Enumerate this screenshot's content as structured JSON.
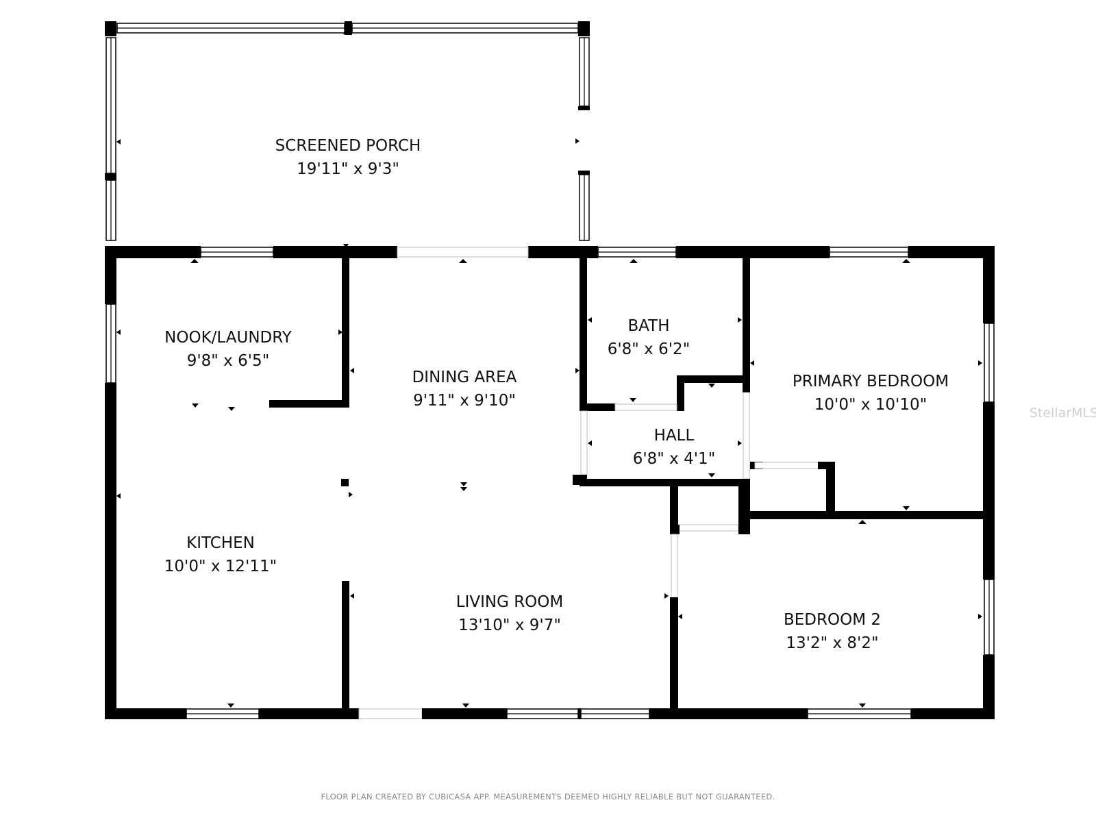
{
  "rooms": {
    "screened_porch": {
      "name": "SCREENED PORCH",
      "dims": "19'11\" x 9'3\""
    },
    "nook_laundry": {
      "name": "NOOK/LAUNDRY",
      "dims": "9'8\" x 6'5\""
    },
    "dining_area": {
      "name": "DINING AREA",
      "dims": "9'11\" x 9'10\""
    },
    "bath": {
      "name": "BATH",
      "dims": "6'8\" x 6'2\""
    },
    "primary_bedroom": {
      "name": "PRIMARY BEDROOM",
      "dims": "10'0\" x 10'10\""
    },
    "hall": {
      "name": "HALL",
      "dims": "6'8\" x 4'1\""
    },
    "kitchen": {
      "name": "KITCHEN",
      "dims": "10'0\" x 12'11\""
    },
    "living_room": {
      "name": "LIVING ROOM",
      "dims": "13'10\" x 9'7\""
    },
    "bedroom_2": {
      "name": "BEDROOM 2",
      "dims": "13'2\" x 8'2\""
    }
  },
  "watermark": "StellarMLS",
  "footer": "FLOOR PLAN CREATED BY CUBICASA APP. MEASUREMENTS DEEMED HIGHLY RELIABLE BUT NOT GUARANTEED.",
  "colors": {
    "wall": "#000000",
    "text": "#111111",
    "footer": "#8a8a8a",
    "watermark": "#cfcfcf"
  }
}
